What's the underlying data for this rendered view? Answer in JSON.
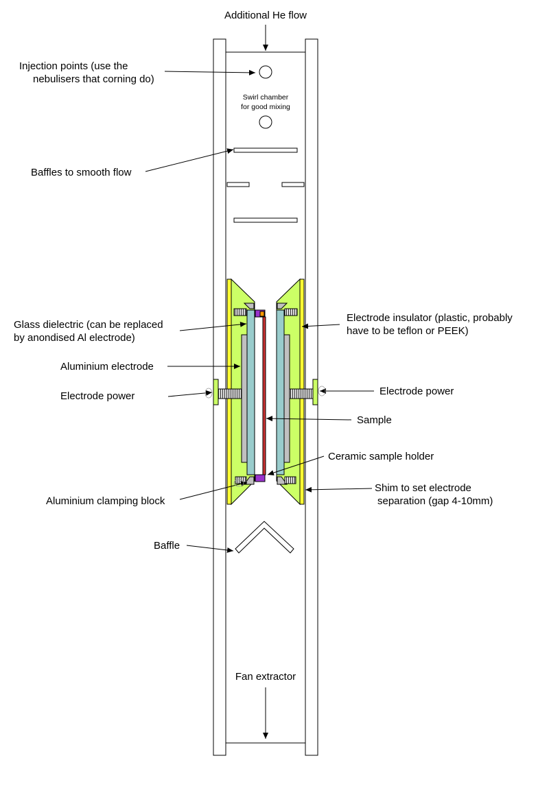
{
  "colors": {
    "insulator": "#ccff66",
    "shim": "#ffff33",
    "electrode": "#c0c0c0",
    "dielectric": "#99cccc",
    "sample": "#cc3333",
    "holder": "#9933cc",
    "clamp": "#ff9900",
    "line": "#000000"
  },
  "labels": {
    "top_flow": "Additional He flow",
    "injection_1": "Injection points (use the",
    "injection_2": "nebulisers that corning do)",
    "swirl_1": "Swirl chamber",
    "swirl_2": "for good mixing",
    "baffles": "Baffles to smooth flow",
    "glass_1": "Glass dielectric (can be replaced",
    "glass_2": "by anondised Al electrode)",
    "insulator_1": "Electrode insulator (plastic, probably",
    "insulator_2": "have to be teflon or PEEK)",
    "al_electrode": "Aluminium electrode",
    "power_left": "Electrode power",
    "power_right": "Electrode power",
    "sample": "Sample",
    "ceramic_holder": "Ceramic sample holder",
    "clamping_block": "Aluminium clamping block",
    "shim_1": "Shim to set electrode",
    "shim_2": "separation (gap 4-10mm)",
    "baffle": "Baffle",
    "fan": "Fan extractor"
  }
}
